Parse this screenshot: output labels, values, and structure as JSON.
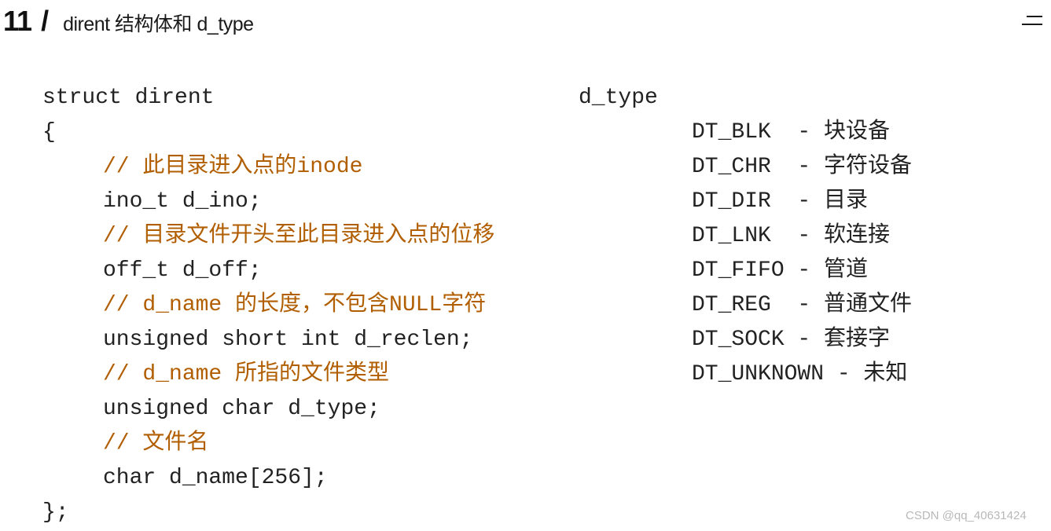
{
  "header": {
    "number": "11",
    "separator": "/",
    "title": "dirent 结构体和 d_type"
  },
  "menu": {
    "icon": "menu-lines-icon"
  },
  "struct_code": {
    "lines": [
      "struct dirent",
      "{",
      "// 此目录进入点的inode",
      "ino_t d_ino;",
      "// 目录文件开头至此目录进入点的位移",
      "off_t d_off;",
      "// d_name 的长度，不包含NULL字符",
      "unsigned short int d_reclen;",
      "// d_name 所指的文件类型",
      "unsigned char d_type;",
      "// 文件名",
      "char d_name[256];",
      "};"
    ]
  },
  "d_type": {
    "heading": "d_type",
    "items": [
      "DT_BLK  - 块设备",
      "DT_CHR  - 字符设备",
      "DT_DIR  - 目录",
      "DT_LNK  - 软连接",
      "DT_FIFO - 管道",
      "DT_REG  - 普通文件",
      "DT_SOCK - 套接字",
      "DT_UNKNOWN - 未知"
    ]
  },
  "watermark": "CSDN @qq_40631424",
  "colors": {
    "comment": "#b15e00",
    "code": "#222222",
    "watermark": "#b8b8b8"
  }
}
